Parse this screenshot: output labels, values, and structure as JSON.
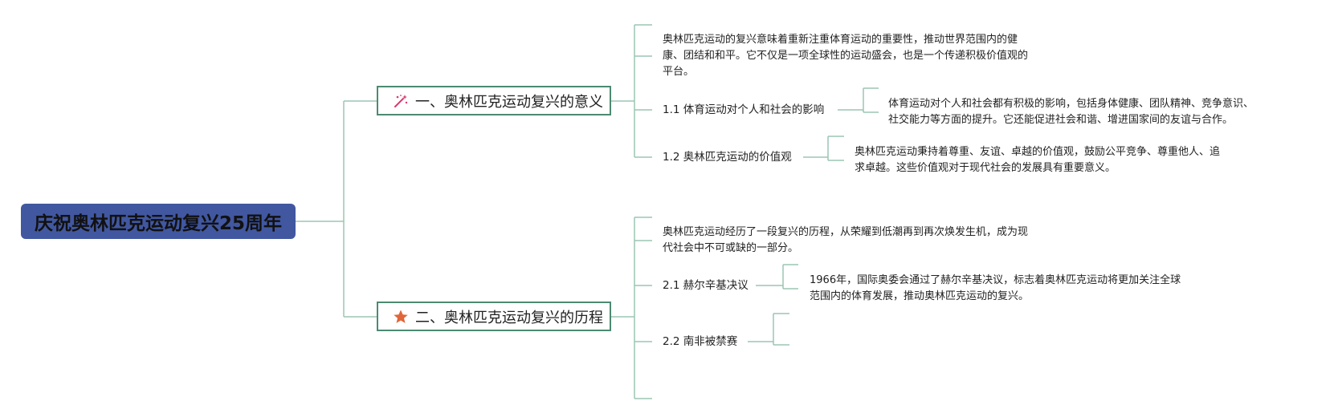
{
  "root": {
    "title": "庆祝奥林匹克运动复兴25周年"
  },
  "branches": [
    {
      "title": "一、奥林匹克运动复兴的意义",
      "icon": "magic-wand-icon",
      "icon_color": "#d63a6e",
      "intro": [
        "奥林匹克运动的复兴意味着重新注重体育运动的重要性，推动世界范围内的健",
        "康、团结和和平。它不仅是一项全球性的运动盛会，也是一个传递积极价值观的",
        "平台。"
      ],
      "children": [
        {
          "label": "1.1 体育运动对个人和社会的影响",
          "detail": [
            "体育运动对个人和社会都有积极的影响，包括身体健康、团队精神、竞争意识、",
            "社交能力等方面的提升。它还能促进社会和谐、增进国家间的友谊与合作。"
          ]
        },
        {
          "label": "1.2 奥林匹克运动的价值观",
          "detail": [
            "奥林匹克运动秉持着尊重、友谊、卓越的价值观，鼓励公平竞争、尊重他人、追",
            "求卓越。这些价值观对于现代社会的发展具有重要意义。"
          ]
        }
      ]
    },
    {
      "title": "二、奥林匹克运动复兴的历程",
      "icon": "star-icon",
      "icon_color": "#e0663a",
      "intro": [
        "奥林匹克运动经历了一段复兴的历程，从荣耀到低潮再到再次焕发生机，成为现",
        "代社会中不可或缺的一部分。"
      ],
      "children": [
        {
          "label": "2.1 赫尔辛基决议",
          "detail": [
            "1966年，国际奥委会通过了赫尔辛基决议，标志着奥林匹克运动将更加关注全球",
            "范围内的体育发展，推动奥林匹克运动的复兴。"
          ]
        },
        {
          "label": "2.2 南非被禁赛",
          "detail": []
        }
      ]
    }
  ],
  "colors": {
    "line": "#9cc5b4",
    "branch_border": "#4c8a72",
    "root_fill": "#4157a0"
  }
}
